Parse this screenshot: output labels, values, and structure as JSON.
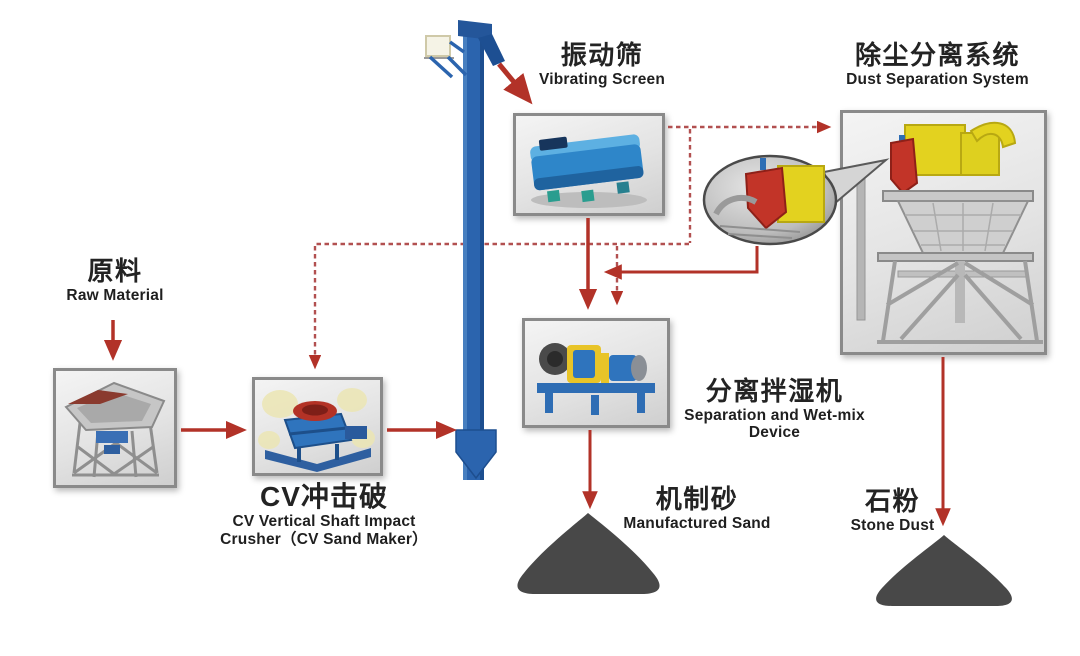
{
  "nodes": {
    "raw_material": {
      "zh": "原料",
      "en": "Raw Material"
    },
    "crusher": {
      "zh": "CV冲击破",
      "en_line1": "CV Vertical Shaft Impact",
      "en_line2": "Crusher（CV Sand Maker）"
    },
    "vibrating_screen": {
      "zh": "振动筛",
      "en": "Vibrating Screen"
    },
    "dust_separation": {
      "zh": "除尘分离系统",
      "en": "Dust Separation System"
    },
    "wet_mix": {
      "zh": "分离拌湿机",
      "en": "Separation and Wet-mix Device"
    },
    "manufactured_sand": {
      "zh": "机制砂",
      "en": "Manufactured Sand"
    },
    "stone_dust": {
      "zh": "石粉",
      "en": "Stone Dust"
    }
  },
  "edges": [
    {
      "from": "raw_material",
      "to": "feeder_hopper",
      "style": "solid"
    },
    {
      "from": "feeder_hopper",
      "to": "crusher",
      "style": "solid"
    },
    {
      "from": "crusher",
      "to": "bucket_elevator",
      "style": "solid"
    },
    {
      "from": "bucket_elevator",
      "to": "vibrating_screen",
      "style": "solid"
    },
    {
      "from": "vibrating_screen",
      "to": "wet_mix",
      "style": "solid"
    },
    {
      "from": "vibrating_screen",
      "to": "dust_separation",
      "style": "dashed"
    },
    {
      "from": "vibrating_screen",
      "to": "crusher",
      "style": "dashed"
    },
    {
      "from": "vibrating_screen",
      "to": "wet_mix",
      "style": "dashed"
    },
    {
      "from": "dust_separation",
      "to": "wet_mix",
      "style": "solid"
    },
    {
      "from": "wet_mix",
      "to": "manufactured_sand",
      "style": "solid"
    },
    {
      "from": "dust_separation",
      "to": "stone_dust",
      "style": "solid"
    }
  ],
  "colors": {
    "arrow_solid": "#b23228",
    "arrow_dashed": "#b25050",
    "elevator_blue": "#2b64ae",
    "pile": "#484848",
    "box_border": "#8a8a8a",
    "text": "#262626",
    "background": "#ffffff"
  }
}
